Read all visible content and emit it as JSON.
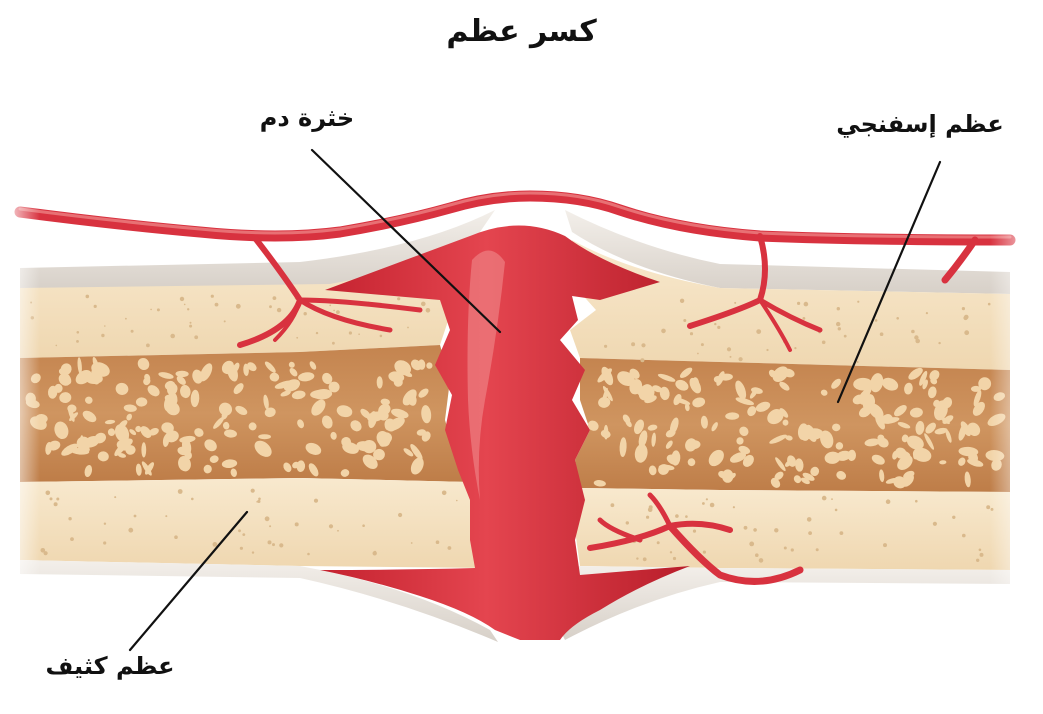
{
  "diagram": {
    "title": "كسر عظم",
    "labels": {
      "blood_clot": "خثرة دم",
      "spongy_bone": "عظم إسفنجي",
      "compact_bone": "عظم كثيف"
    },
    "colors": {
      "background": "#ffffff",
      "compact_bone": "#f5e2c2",
      "spongy_bone_base": "#c98a55",
      "spongy_bone_pores": "#f2d4a8",
      "periosteum": "#e6e1dc",
      "blood_vessel": "#d8323f",
      "blood_clot": "#d8323f",
      "blood_clot_highlight": "#f07a7d",
      "leader_line": "#111111"
    }
  }
}
